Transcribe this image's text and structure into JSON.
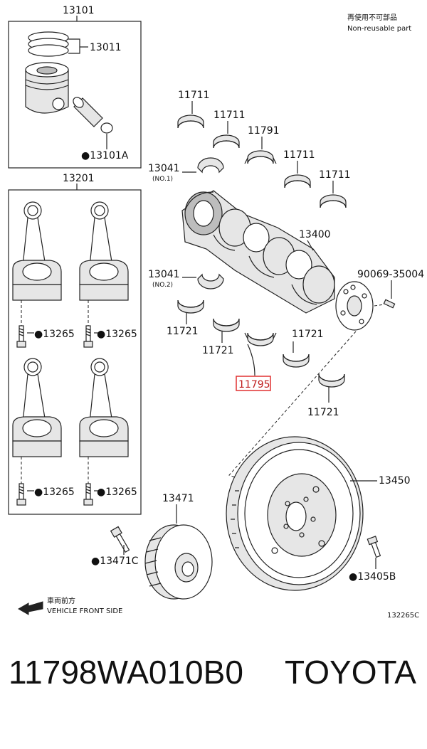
{
  "diagram": {
    "legend": {
      "jp": "再使用不可部品",
      "en": "Non-reusable part"
    },
    "front_side": {
      "jp": "車両前方",
      "en": "VEHICLE FRONT SIDE"
    },
    "drawing_code": "132265C",
    "highlight_color": "#e03030",
    "labels": {
      "p13101": "13101",
      "p13011": "13011",
      "p13101a": "●13101A",
      "p13201": "13201",
      "p13265_1": "●13265",
      "p13265_2": "●13265",
      "p13265_3": "●13265",
      "p13265_4": "●13265",
      "p11711_1": "11711",
      "p11711_2": "11711",
      "p11791": "11791",
      "p11711_3": "11711",
      "p11711_4": "11711",
      "p13041_1": "13041",
      "p13041_1_sub": "(NO.1)",
      "p13400": "13400",
      "p13041_2": "13041",
      "p13041_2_sub": "(NO.2)",
      "p90069": "90069-35004",
      "p11721_1": "11721",
      "p11721_2": "11721",
      "p11721_3": "11721",
      "p11721_4": "11721",
      "p11795": "11795",
      "p13450": "13450",
      "p13471": "13471",
      "p13471c": "●13471C",
      "p13405b": "●13405B"
    }
  },
  "footer": {
    "part_number": "11798WA010B0",
    "brand": "TOYOTA"
  }
}
